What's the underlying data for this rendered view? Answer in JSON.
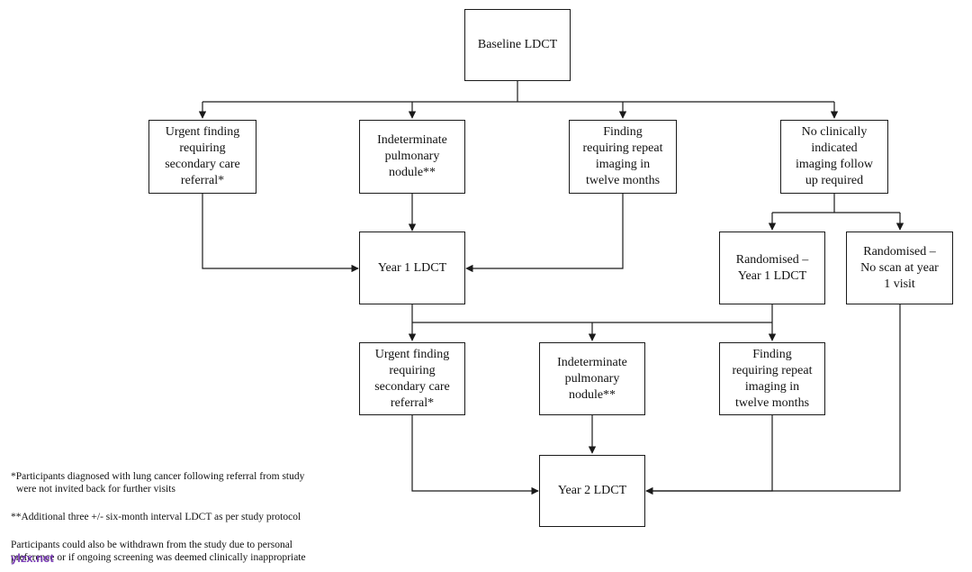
{
  "nodes": {
    "baseline": "Baseline LDCT",
    "urgent1": "Urgent finding\nrequiring\nsecondary care\nreferral*",
    "indeterminate1": "Indeterminate\npulmonary\nnodule**",
    "repeat1": "Finding\nrequiring repeat\nimaging in\ntwelve months",
    "no_followup": "No clinically\nindicated\nimaging follow\nup required",
    "year1": "Year 1 LDCT",
    "randomised_year1": "Randomised –\nYear 1 LDCT",
    "randomised_noscan": "Randomised –\nNo scan at year\n1 visit",
    "urgent2": "Urgent finding\nrequiring\nsecondary care\nreferral*",
    "indeterminate2": "Indeterminate\npulmonary\nnodule**",
    "repeat2": "Finding\nrequiring repeat\nimaging in\ntwelve months",
    "year2": "Year 2 LDCT"
  },
  "footnotes": {
    "note1_line1": "*Participants diagnosed with lung cancer following referral from study",
    "note1_line2": "were not invited back for further visits",
    "note2": "**Additional three +/- six-month interval LDCT as per study protocol",
    "note3_line1": "Participants could also be withdrawn from the study due to personal",
    "note3_line2": "preference or if ongoing screening was deemed clinically inappropriate"
  },
  "watermark": "ylzx.net",
  "colors": {
    "line": "#1a1a1a",
    "watermark": "#7b3fb5"
  }
}
